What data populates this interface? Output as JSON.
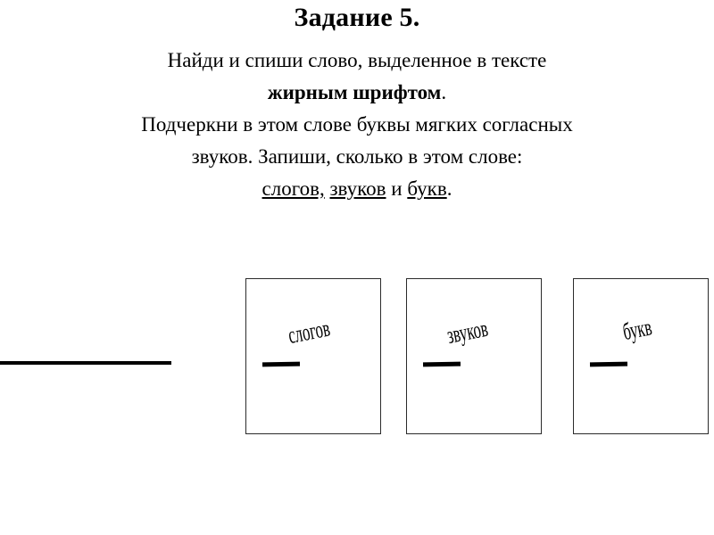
{
  "slide": {
    "title": "Задание 5.",
    "background_color": "#ffffff",
    "text_color": "#000000"
  },
  "body": {
    "line1": "Найди и спиши слово, выделенное в тексте",
    "line2_bold": "жирным шрифтом",
    "line2_period": ".",
    "line3": "Подчеркни в этом слове буквы мягких согласных",
    "line4": "звуков. Запиши, сколько в этом слове:",
    "line5": {
      "part1_underlined": "слогов,",
      "space1": " ",
      "part2_underlined": "звуков",
      "conjunction": " и ",
      "part3_underlined": "букв",
      "period": "."
    }
  },
  "answer_rule": {
    "label": "answer-write-line"
  },
  "boxes": [
    {
      "caption": "слогов",
      "blank": "___"
    },
    {
      "caption": "звуков",
      "blank": "___"
    },
    {
      "caption": "букв",
      "blank": "___"
    }
  ]
}
